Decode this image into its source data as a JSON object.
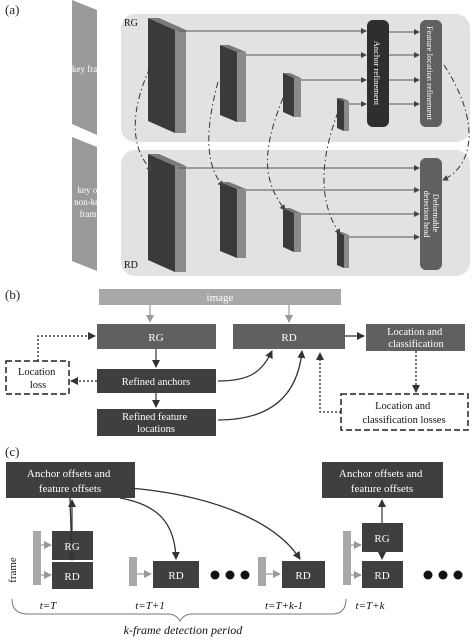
{
  "panel_a": {
    "label": "(a)",
    "key_frame": "key frame",
    "key_or_nonkey": [
      "key or",
      "non-key",
      "frame"
    ],
    "rg": "RG",
    "rd": "RD",
    "anchor_refinement": "Anchor refinement",
    "feature_location_refinement": "Feature location refinement",
    "deformable_detection_head": [
      "Deformable",
      "detection head"
    ]
  },
  "panel_b": {
    "label": "(b)",
    "image": "image",
    "rg": "RG",
    "rd": "RD",
    "location_loss": [
      "Location",
      "loss"
    ],
    "refined_anchors": "Refined anchors",
    "refined_feature_locations": [
      "Refined feature",
      "locations"
    ],
    "location_classification": [
      "Location and",
      "classification"
    ],
    "location_classification_losses": [
      "Location and",
      "classification losses"
    ]
  },
  "panel_c": {
    "label": "(c)",
    "offsets_left": [
      "Anchor offsets and",
      "feature offsets"
    ],
    "offsets_right": [
      "Anchor offsets and",
      "feature offsets"
    ],
    "frame": "frame",
    "rg": "RG",
    "rd": "RD",
    "time_labels": [
      "t=T",
      "t=T+1",
      "t=T+k-1",
      "t=T+k"
    ],
    "period": "k-frame detection period"
  },
  "colors": {
    "dark_box": "#3f3f3f",
    "mid_box": "#606060",
    "light_box": "#a8a8a8",
    "panel_bg": "#e2e2e2",
    "slab_face": "#3a3a3a",
    "slab_side": "#7a7a7a"
  }
}
